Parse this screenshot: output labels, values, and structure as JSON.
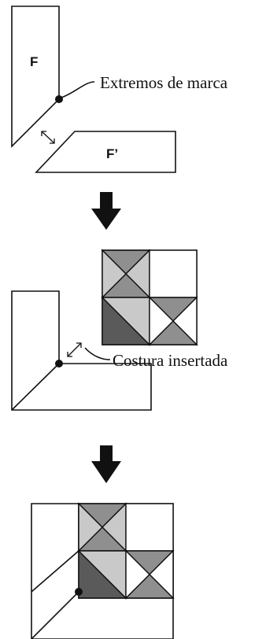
{
  "step1": {
    "piece_top_label": "F",
    "piece_bottom_label": "F’",
    "callout": "Extremos de marca"
  },
  "step2": {
    "callout": "Costura insertada"
  },
  "icons": [
    "down-arrow-icon",
    "double-arrow-icon"
  ],
  "colors": {
    "ink": "#111111",
    "shade_light": "#c9c9c9",
    "shade_mid": "#8f8f8f",
    "shade_dark": "#5a5a5a"
  }
}
